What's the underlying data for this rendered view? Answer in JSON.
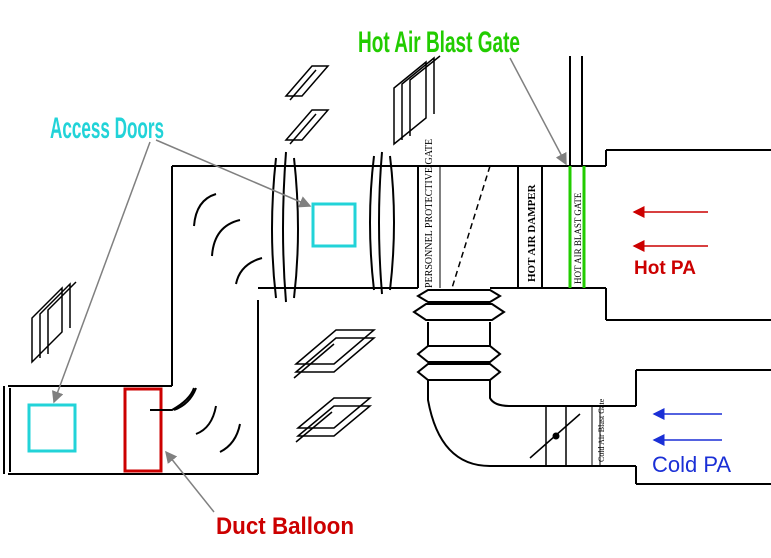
{
  "labels": {
    "hot_air_blast_gate_callout": "Hot Air Blast Gate",
    "access_doors_callout": "Access Doors",
    "duct_balloon_callout": "Duct Balloon",
    "hot_pa": "Hot PA",
    "cold_pa": "Cold PA",
    "personnel_protective_gate": "PERSONNEL PROTECTIVE GATE",
    "hot_air_damper": "HOT AIR DAMPER",
    "hot_air_blast_gate": "HOT AIR BLAST GATE",
    "cold_air_blast_gate": "Cold Air Blast Gate"
  },
  "colors": {
    "hot_air_blast_gate_callout": "#22cc00",
    "access_doors": "#22d3d8",
    "duct_balloon": "#cc0000",
    "hot_pa": "#cc0000",
    "cold_pa": "#1a2fd6",
    "blast_gate_highlight": "#22cc00",
    "duct_lines": "#000000",
    "leader_lines": "#808080"
  },
  "icons": {
    "flow_arrow": "left-arrow-icon",
    "exploded_panel": "panel-stack-icon"
  }
}
